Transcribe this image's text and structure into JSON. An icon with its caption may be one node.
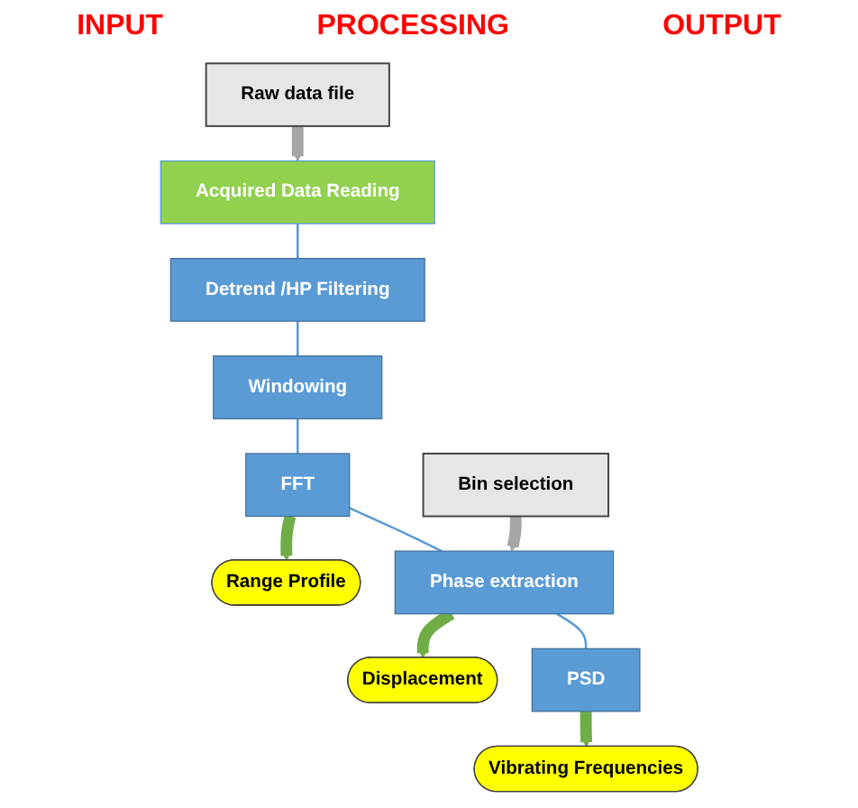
{
  "diagram": {
    "nodes": [
      {
        "text": [
          "Raw data file"
        ]
      },
      {
        "text": [
          "Acquired Data Reading"
        ]
      },
      {
        "text": [
          "Detrend /HP Filtering"
        ]
      },
      {
        "text": [
          "Windowing"
        ]
      },
      {
        "text": [
          "FFT"
        ]
      },
      {
        "text": [
          "Range Profile"
        ]
      },
      {
        "text": [
          "Bin selection"
        ]
      },
      {
        "text": [
          "Phase extraction"
        ]
      },
      {
        "text": [
          "Displacement"
        ]
      },
      {
        "text": [
          "PSD"
        ]
      },
      {
        "text": [
          "Vibrating Frequencies"
        ]
      }
    ],
    "edges": [
      {
        "from": 0,
        "to": 1,
        "arrow": "to",
        "style": "thick",
        "color": "#a6a6a6"
      },
      {
        "from": 1,
        "to": 2,
        "arrow": "none"
      },
      {
        "from": 2,
        "to": 3,
        "arrow": "none"
      },
      {
        "from": 3,
        "to": 4,
        "arrow": "none"
      },
      {
        "from": 4,
        "to": 5,
        "arrow": "to",
        "style": "thick",
        "color": "#70ad47"
      },
      {
        "from": 6,
        "to": 7,
        "arrow": "to",
        "style": "thick",
        "color": "#a6a6a6"
      },
      {
        "from": 4,
        "to": 7,
        "arrow": "none"
      },
      {
        "from": 7,
        "to": 8,
        "arrow": "to",
        "style": "thick",
        "color": "#70ad47"
      },
      {
        "from": 7,
        "to": 9,
        "arrow": "none"
      },
      {
        "from": 9,
        "to": 10,
        "arrow": "to",
        "style": "thick",
        "color": "#70ad47"
      }
    ],
    "labels": [
      "INPUT",
      "PROCESSING",
      "OUTPUT"
    ]
  }
}
